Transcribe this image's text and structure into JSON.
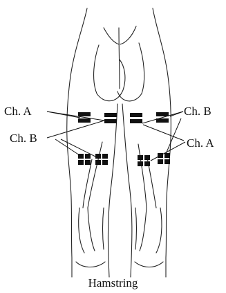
{
  "diagram": {
    "body_region": "posterior thighs (back of legs)",
    "electrode_color": "#111111",
    "caption": "Hamstring",
    "labels": {
      "left_channel_a": "Ch. A",
      "left_channel_b": "Ch. B",
      "right_channel_b": "Ch. B",
      "right_channel_a": "Ch. A"
    },
    "electrodes": [
      {
        "channel": "A",
        "side": "left",
        "style": "bar-pair"
      },
      {
        "channel": "A",
        "side": "left",
        "style": "bar-pair"
      },
      {
        "channel": "B",
        "side": "left",
        "style": "grid"
      },
      {
        "channel": "B",
        "side": "left",
        "style": "grid"
      },
      {
        "channel": "B",
        "side": "right",
        "style": "bar-pair"
      },
      {
        "channel": "B",
        "side": "right",
        "style": "bar-pair"
      },
      {
        "channel": "A",
        "side": "right",
        "style": "grid"
      },
      {
        "channel": "A",
        "side": "right",
        "style": "grid"
      }
    ]
  }
}
